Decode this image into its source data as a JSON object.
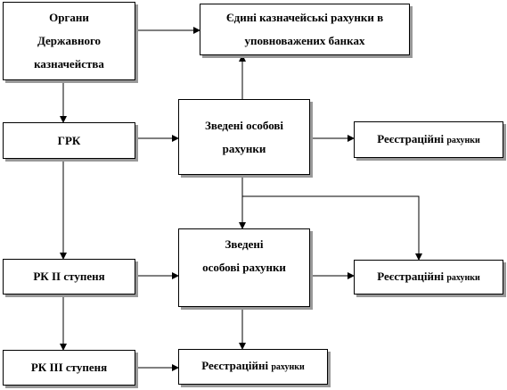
{
  "boxes": {
    "organy": {
      "lines": [
        "Органи",
        "Державного",
        "казначейства"
      ]
    },
    "yedyni": {
      "lines": [
        "Єдині казначейські рахунки в",
        "уповноважених банках"
      ]
    },
    "grk": {
      "text": "ГРК"
    },
    "zvedeni1": {
      "lines": [
        "Зведені особові",
        "рахунки"
      ]
    },
    "reyestr1": {
      "main": "Реєстраційні ",
      "small": "рахунки"
    },
    "zvedeni2": {
      "lines": [
        "Зведені",
        "особові рахунки"
      ]
    },
    "rk2": {
      "text": "РК II ступеня"
    },
    "reyestr2": {
      "main": "Реєстраційні ",
      "small": "рахунки"
    },
    "rk3": {
      "text": "РК III ступеня"
    },
    "reyestr3": {
      "main": "Реєстраційні ",
      "small": "рахунки"
    }
  },
  "colors": {
    "line": "#000000",
    "shadow": "#999999",
    "background": "#ffffff"
  }
}
